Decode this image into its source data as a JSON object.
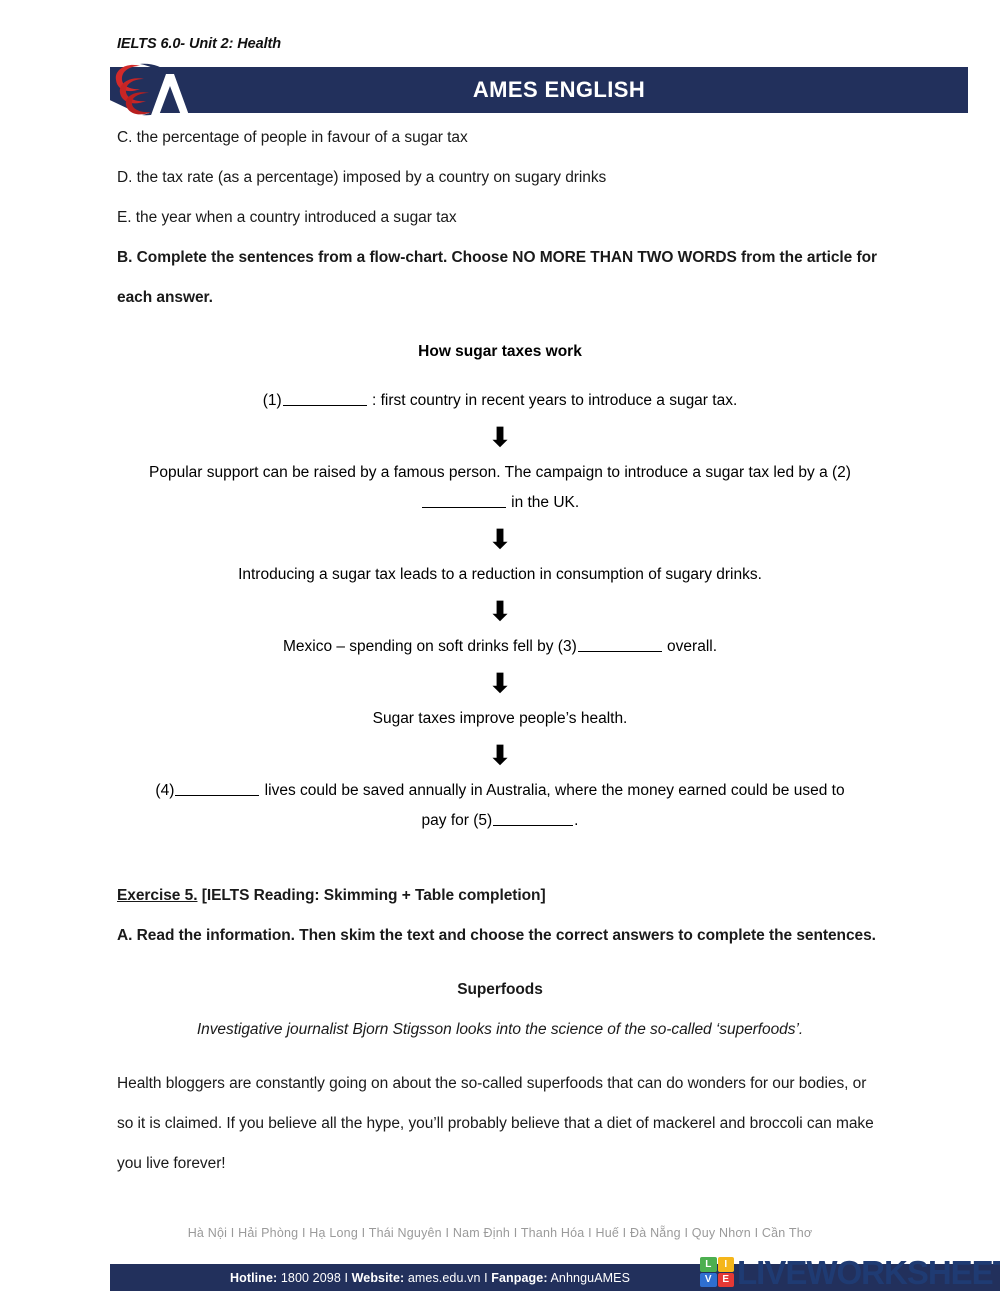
{
  "header": {
    "kicker": "IELTS 6.0- Unit 2: Health",
    "banner_title": "AMES ENGLISH",
    "banner_color": "#22305c",
    "logo_name": "ames-logo"
  },
  "options": [
    "C. the percentage of people in favour of a sugar tax",
    "D. the tax rate (as a percentage) imposed by a country on sugary drinks",
    "E. the year when a country introduced a sugar tax"
  ],
  "task_b": {
    "instruction": "B. Complete the sentences from a flow-chart. Choose NO MORE THAN TWO WORDS from the article for each answer."
  },
  "flowchart": {
    "title": "How sugar taxes work",
    "arrow_glyph": "⬇",
    "steps": [
      {
        "id": "step-1",
        "parts": [
          "(1)",
          "BLANK",
          " : first country in recent years to introduce a sugar tax."
        ]
      },
      {
        "id": "step-2",
        "parts": [
          "Popular support can be raised by a famous person. The campaign to introduce a sugar tax led by a (2)",
          "BLANK",
          " in the UK."
        ]
      },
      {
        "id": "step-3",
        "parts": [
          "Introducing a sugar tax leads to a reduction in consumption of sugary drinks."
        ]
      },
      {
        "id": "step-4",
        "parts": [
          "Mexico – spending on soft drinks fell by (3)",
          "BLANK",
          "  overall."
        ]
      },
      {
        "id": "step-5",
        "parts": [
          "Sugar taxes improve people’s health."
        ]
      },
      {
        "id": "step-6",
        "parts": [
          "(4)",
          "BLANK",
          " lives could be saved annually in Australia, where the money earned could be used to pay for (5)",
          "BLANK",
          "."
        ]
      }
    ]
  },
  "exercise5": {
    "label": "Exercise 5.",
    "label_rest": " [IELTS Reading: Skimming + Table completion]",
    "instruction": "A. Read the information. Then skim the text and choose the correct answers to complete the sentences.",
    "article_title": "Superfoods",
    "article_subtitle": "Investigative journalist Bjorn Stigsson looks into the science of the so-called ‘superfoods’.",
    "article_body": "Health bloggers are constantly going on about the so-called superfoods that can do wonders for our bodies, or so it is claimed. If you believe all the hype, you’ll probably believe that a diet of mackerel and broccoli can make you live forever!"
  },
  "footer": {
    "cities": "Hà Nội  I  Hải Phòng  I  Hạ Long  I  Thái Nguyên  I  Nam Định  I  Thanh Hóa  I  Huế  I  Đà Nẵng  I  Quy Nhơn  I  Cần Thơ",
    "hotline_label": "Hotline:",
    "hotline_value": " 1800 2098",
    "sep1": "   I   ",
    "website_label": "Website:",
    "website_value": " ames.edu.vn",
    "sep2": "   I   ",
    "fanpage_label": "Fanpage:",
    "fanpage_value": " AnhnguAMES",
    "bar_color": "#22305c"
  },
  "watermark": {
    "word": "LIVEWORKSHEETS",
    "color": "#1f3b73",
    "tiles": [
      {
        "letter": "L",
        "color": "#4caf50"
      },
      {
        "letter": "I",
        "color": "#f5b61a"
      },
      {
        "letter": "V",
        "color": "#2f6fd0"
      },
      {
        "letter": "E",
        "color": "#e53935"
      }
    ]
  }
}
